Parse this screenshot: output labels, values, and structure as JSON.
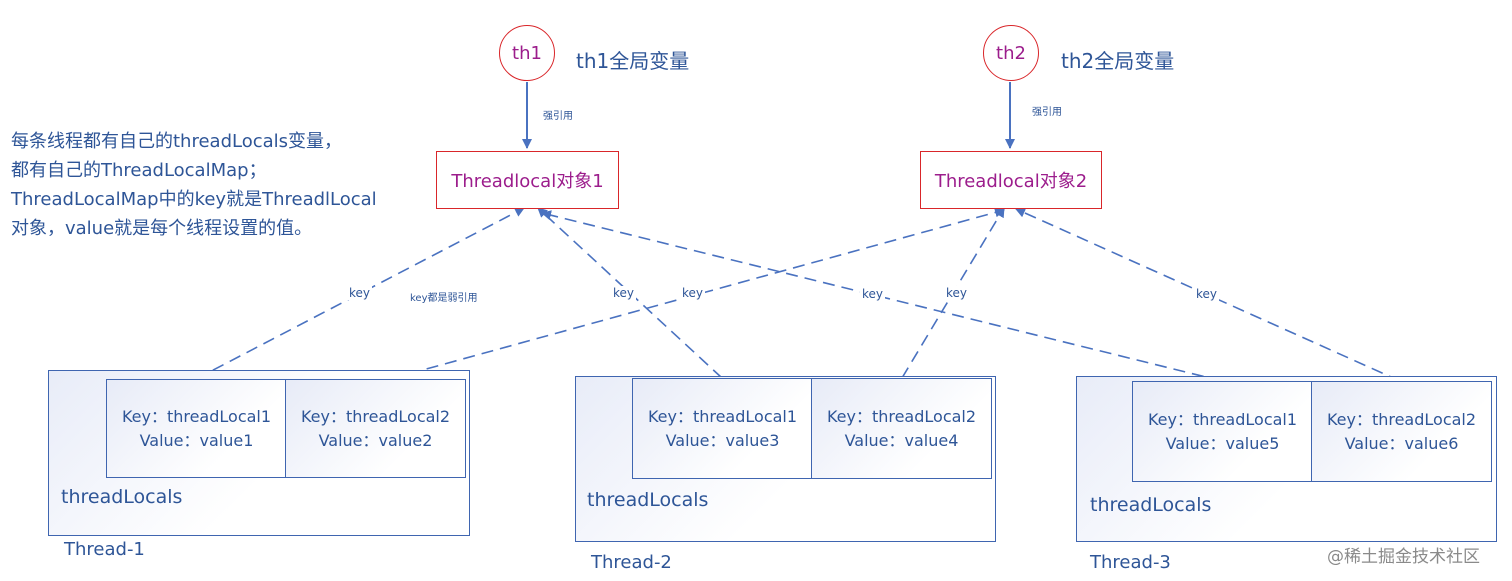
{
  "globals": [
    {
      "circle": "th1",
      "label": "th1全局变量"
    },
    {
      "circle": "th2",
      "label": "th2全局变量"
    }
  ],
  "strong_ref_label": "强引用",
  "threadlocal_objects": [
    "Threadlocal对象1",
    "Threadlocal对象2"
  ],
  "description": [
    "每条线程都有自己的threadLocals变量，",
    "都有自己的ThreadLocalMap；",
    "ThreadLocalMap中的key就是ThreadlLocal",
    "对象，value就是每个线程设置的值。"
  ],
  "key_label": "key",
  "weak_ref_note": "key都是弱引用",
  "threads": [
    {
      "name": "Thread-1",
      "map_label": "threadLocals",
      "entries": [
        {
          "key": "Key：threadLocal1",
          "value": "Value：value1"
        },
        {
          "key": "Key：threadLocal2",
          "value": "Value：value2"
        }
      ]
    },
    {
      "name": "Thread-2",
      "map_label": "threadLocals",
      "entries": [
        {
          "key": "Key：threadLocal1",
          "value": "Value：value3"
        },
        {
          "key": "Key：threadLocal2",
          "value": "Value：value4"
        }
      ]
    },
    {
      "name": "Thread-3",
      "map_label": "threadLocals",
      "entries": [
        {
          "key": "Key：threadLocal1",
          "value": "Value：value5"
        },
        {
          "key": "Key：threadLocal2",
          "value": "Value：value6"
        }
      ]
    }
  ],
  "watermark": "@稀土掘金技术社区",
  "colors": {
    "blue": "#2e5597",
    "red_border": "#d9262a",
    "purple_text": "#9c1d8c",
    "box_border": "#3f65b0"
  }
}
